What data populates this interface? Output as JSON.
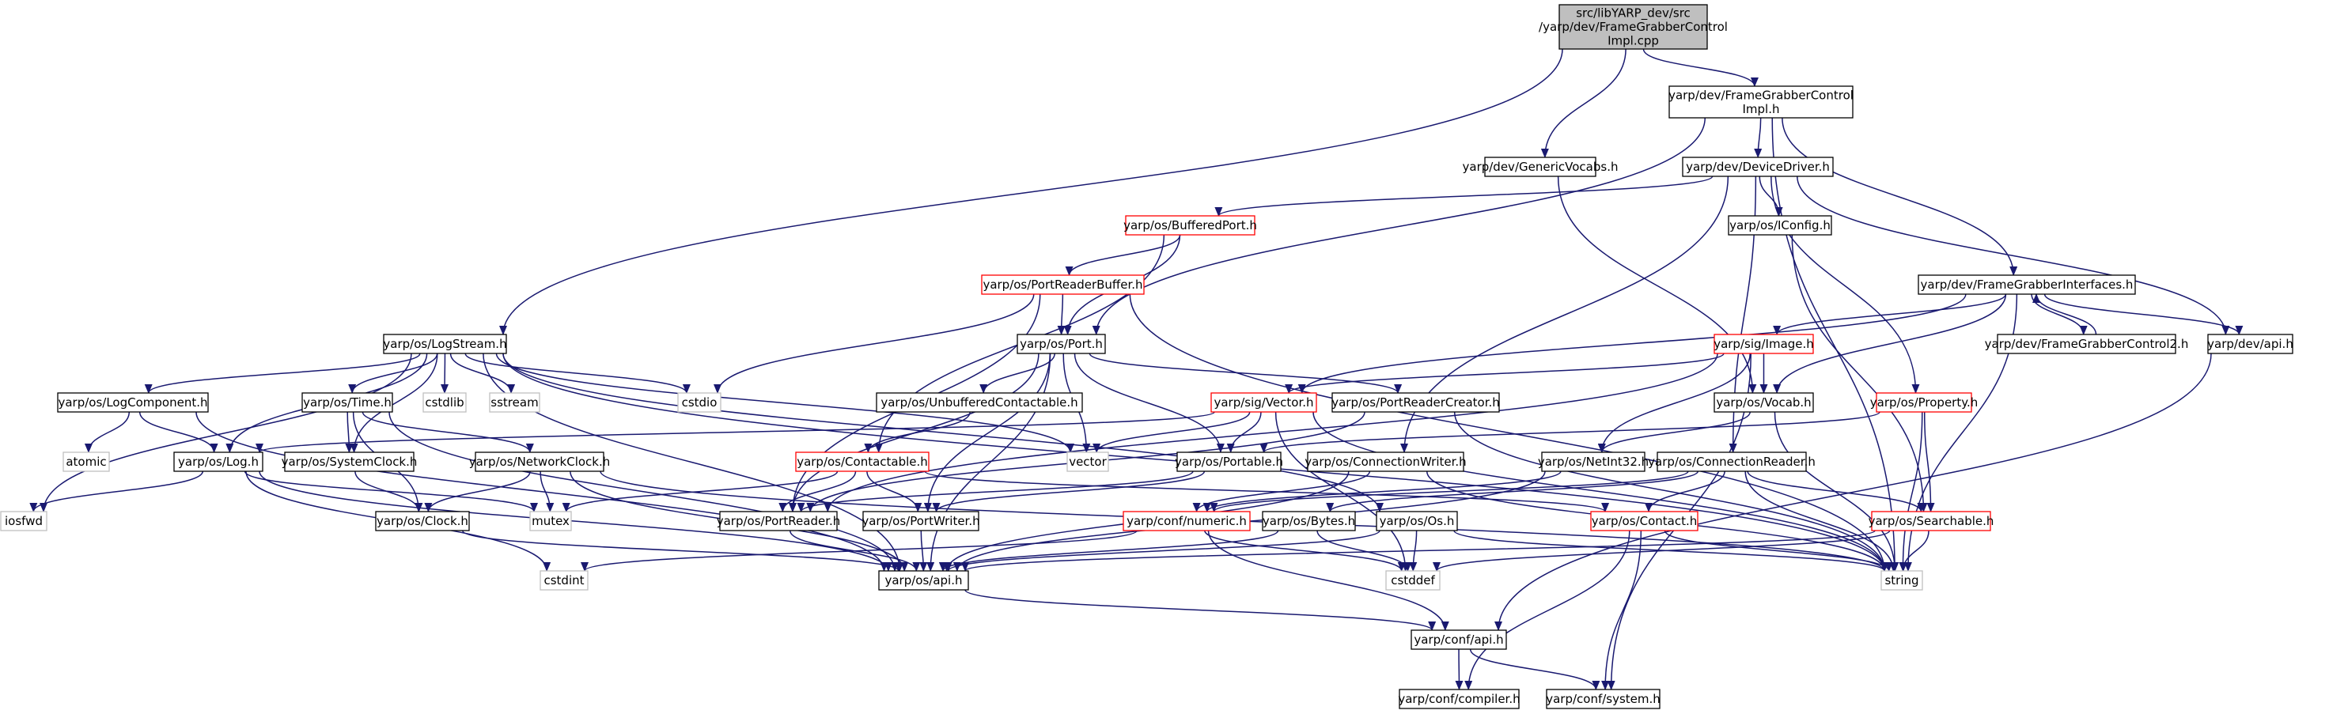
{
  "palette": {
    "edge": "#191970",
    "border_normal": "#000000",
    "border_incomplete": "#ff0000",
    "border_system": "#bfbfbf",
    "fill_root": "#bfbfbf",
    "fill_node": "#ffffff",
    "text_normal": "#000000",
    "text_system": "#000000"
  },
  "nodes": [
    {
      "id": "root",
      "lines": [
        "src/libYARP_dev/src",
        "/yarp/dev/FrameGrabberControl",
        "Impl.cpp"
      ],
      "kind": "root"
    },
    {
      "id": "fgci_h",
      "lines": [
        "yarp/dev/FrameGrabberControl",
        "Impl.h"
      ],
      "kind": "normal"
    },
    {
      "id": "genvocabs",
      "lines": [
        "yarp/dev/GenericVocabs.h"
      ],
      "kind": "normal"
    },
    {
      "id": "devicedriver",
      "lines": [
        "yarp/dev/DeviceDriver.h"
      ],
      "kind": "normal"
    },
    {
      "id": "bufferedport",
      "lines": [
        "yarp/os/BufferedPort.h"
      ],
      "kind": "incomplete"
    },
    {
      "id": "iconfig",
      "lines": [
        "yarp/os/IConfig.h"
      ],
      "kind": "normal"
    },
    {
      "id": "fgint",
      "lines": [
        "yarp/dev/FrameGrabberInterfaces.h"
      ],
      "kind": "normal"
    },
    {
      "id": "portreaderbuffer",
      "lines": [
        "yarp/os/PortReaderBuffer.h"
      ],
      "kind": "incomplete"
    },
    {
      "id": "logstream",
      "lines": [
        "yarp/os/LogStream.h"
      ],
      "kind": "normal"
    },
    {
      "id": "port",
      "lines": [
        "yarp/os/Port.h"
      ],
      "kind": "normal"
    },
    {
      "id": "image",
      "lines": [
        "yarp/sig/Image.h"
      ],
      "kind": "incomplete"
    },
    {
      "id": "fgc2",
      "lines": [
        "yarp/dev/FrameGrabberControl2.h"
      ],
      "kind": "normal"
    },
    {
      "id": "devapi",
      "lines": [
        "yarp/dev/api.h"
      ],
      "kind": "normal"
    },
    {
      "id": "logcomponent",
      "lines": [
        "yarp/os/LogComponent.h"
      ],
      "kind": "normal"
    },
    {
      "id": "time",
      "lines": [
        "yarp/os/Time.h"
      ],
      "kind": "normal"
    },
    {
      "id": "cstdlib",
      "lines": [
        "cstdlib"
      ],
      "kind": "system"
    },
    {
      "id": "sstream",
      "lines": [
        "sstream"
      ],
      "kind": "system"
    },
    {
      "id": "cstdio",
      "lines": [
        "cstdio"
      ],
      "kind": "system"
    },
    {
      "id": "unbuffered",
      "lines": [
        "yarp/os/UnbufferedContactable.h"
      ],
      "kind": "normal"
    },
    {
      "id": "vector",
      "lines": [
        "yarp/sig/Vector.h"
      ],
      "kind": "incomplete"
    },
    {
      "id": "portreadercreator",
      "lines": [
        "yarp/os/PortReaderCreator.h"
      ],
      "kind": "normal"
    },
    {
      "id": "vocab",
      "lines": [
        "yarp/os/Vocab.h"
      ],
      "kind": "normal"
    },
    {
      "id": "property",
      "lines": [
        "yarp/os/Property.h"
      ],
      "kind": "incomplete"
    },
    {
      "id": "atomic",
      "lines": [
        "atomic"
      ],
      "kind": "system"
    },
    {
      "id": "log",
      "lines": [
        "yarp/os/Log.h"
      ],
      "kind": "normal"
    },
    {
      "id": "systemclock",
      "lines": [
        "yarp/os/SystemClock.h"
      ],
      "kind": "normal"
    },
    {
      "id": "networkclock",
      "lines": [
        "yarp/os/NetworkClock.h"
      ],
      "kind": "normal"
    },
    {
      "id": "contactable",
      "lines": [
        "yarp/os/Contactable.h"
      ],
      "kind": "incomplete"
    },
    {
      "id": "stdvector",
      "lines": [
        "vector"
      ],
      "kind": "system"
    },
    {
      "id": "portable",
      "lines": [
        "yarp/os/Portable.h"
      ],
      "kind": "normal"
    },
    {
      "id": "connectionwriter",
      "lines": [
        "yarp/os/ConnectionWriter.h"
      ],
      "kind": "normal"
    },
    {
      "id": "netint32",
      "lines": [
        "yarp/os/NetInt32.h"
      ],
      "kind": "normal"
    },
    {
      "id": "connectionreader",
      "lines": [
        "yarp/os/ConnectionReader.h"
      ],
      "kind": "normal"
    },
    {
      "id": "iosfwd",
      "lines": [
        "iosfwd"
      ],
      "kind": "system"
    },
    {
      "id": "clock",
      "lines": [
        "yarp/os/Clock.h"
      ],
      "kind": "normal"
    },
    {
      "id": "mutex",
      "lines": [
        "mutex"
      ],
      "kind": "system"
    },
    {
      "id": "portreader",
      "lines": [
        "yarp/os/PortReader.h"
      ],
      "kind": "normal"
    },
    {
      "id": "portwriter",
      "lines": [
        "yarp/os/PortWriter.h"
      ],
      "kind": "normal"
    },
    {
      "id": "numeric",
      "lines": [
        "yarp/conf/numeric.h"
      ],
      "kind": "incomplete"
    },
    {
      "id": "bytes",
      "lines": [
        "yarp/os/Bytes.h"
      ],
      "kind": "normal"
    },
    {
      "id": "os",
      "lines": [
        "yarp/os/Os.h"
      ],
      "kind": "normal"
    },
    {
      "id": "contact",
      "lines": [
        "yarp/os/Contact.h"
      ],
      "kind": "incomplete"
    },
    {
      "id": "searchable",
      "lines": [
        "yarp/os/Searchable.h"
      ],
      "kind": "incomplete"
    },
    {
      "id": "cstdint",
      "lines": [
        "cstdint"
      ],
      "kind": "system"
    },
    {
      "id": "osapi",
      "lines": [
        "yarp/os/api.h"
      ],
      "kind": "normal"
    },
    {
      "id": "cstddef",
      "lines": [
        "cstddef"
      ],
      "kind": "system"
    },
    {
      "id": "string",
      "lines": [
        "string"
      ],
      "kind": "system"
    },
    {
      "id": "confapi",
      "lines": [
        "yarp/conf/api.h"
      ],
      "kind": "normal"
    },
    {
      "id": "compiler",
      "lines": [
        "yarp/conf/compiler.h"
      ],
      "kind": "normal"
    },
    {
      "id": "system",
      "lines": [
        "yarp/conf/system.h"
      ],
      "kind": "normal"
    }
  ],
  "edges": [
    [
      "root",
      "fgci_h"
    ],
    [
      "root",
      "genvocabs"
    ],
    [
      "root",
      "logstream"
    ],
    [
      "fgci_h",
      "devicedriver"
    ],
    [
      "fgci_h",
      "fgint"
    ],
    [
      "fgci_h",
      "port"
    ],
    [
      "fgci_h",
      "string"
    ],
    [
      "genvocabs",
      "vocab"
    ],
    [
      "devicedriver",
      "bufferedport"
    ],
    [
      "devicedriver",
      "iconfig"
    ],
    [
      "devicedriver",
      "property"
    ],
    [
      "devicedriver",
      "devapi"
    ],
    [
      "devicedriver",
      "connectionwriter"
    ],
    [
      "devicedriver",
      "connectionreader"
    ],
    [
      "bufferedport",
      "portreaderbuffer"
    ],
    [
      "bufferedport",
      "port"
    ],
    [
      "bufferedport",
      "contactable"
    ],
    [
      "iconfig",
      "searchable"
    ],
    [
      "fgint",
      "image"
    ],
    [
      "fgint",
      "fgc2"
    ],
    [
      "fgint",
      "devapi"
    ],
    [
      "fgint",
      "vocab"
    ],
    [
      "fgint",
      "vector"
    ],
    [
      "fgint",
      "string"
    ],
    [
      "fgc2",
      "fgint"
    ],
    [
      "devapi",
      "confapi"
    ],
    [
      "portreaderbuffer",
      "port"
    ],
    [
      "portreaderbuffer",
      "cstdio"
    ],
    [
      "portreaderbuffer",
      "portreader"
    ],
    [
      "portreaderbuffer",
      "string"
    ],
    [
      "logstream",
      "logcomponent"
    ],
    [
      "logstream",
      "time"
    ],
    [
      "logstream",
      "cstdlib"
    ],
    [
      "logstream",
      "sstream"
    ],
    [
      "logstream",
      "cstdio"
    ],
    [
      "logstream",
      "log"
    ],
    [
      "logstream",
      "systemclock"
    ],
    [
      "logstream",
      "iosfwd"
    ],
    [
      "logstream",
      "stdvector"
    ],
    [
      "logstream",
      "osapi"
    ],
    [
      "logstream",
      "string"
    ],
    [
      "logstream",
      "os"
    ],
    [
      "port",
      "unbuffered"
    ],
    [
      "port",
      "portreadercreator"
    ],
    [
      "port",
      "portable"
    ],
    [
      "port",
      "portreader"
    ],
    [
      "port",
      "portwriter"
    ],
    [
      "port",
      "osapi"
    ],
    [
      "port",
      "stdvector"
    ],
    [
      "image",
      "vocab"
    ],
    [
      "image",
      "vector"
    ],
    [
      "image",
      "netint32"
    ],
    [
      "image",
      "portreader"
    ],
    [
      "image",
      "system"
    ],
    [
      "logcomponent",
      "atomic"
    ],
    [
      "logcomponent",
      "log"
    ],
    [
      "logcomponent",
      "osapi"
    ],
    [
      "time",
      "systemclock"
    ],
    [
      "time",
      "networkclock"
    ],
    [
      "time",
      "clock"
    ],
    [
      "time",
      "osapi"
    ],
    [
      "unbuffered",
      "contactable"
    ],
    [
      "vector",
      "portable"
    ],
    [
      "vector",
      "log"
    ],
    [
      "vector",
      "stdvector"
    ],
    [
      "vector",
      "string"
    ],
    [
      "vector",
      "cstddef"
    ],
    [
      "portreadercreator",
      "portreader"
    ],
    [
      "portreadercreator",
      "string"
    ],
    [
      "vocab",
      "netint32"
    ],
    [
      "vocab",
      "string"
    ],
    [
      "property",
      "searchable"
    ],
    [
      "property",
      "portable"
    ],
    [
      "property",
      "string"
    ],
    [
      "log",
      "iosfwd"
    ],
    [
      "log",
      "osapi"
    ],
    [
      "log",
      "cstdint"
    ],
    [
      "log",
      "mutex"
    ],
    [
      "systemclock",
      "clock"
    ],
    [
      "networkclock",
      "clock"
    ],
    [
      "networkclock",
      "mutex"
    ],
    [
      "networkclock",
      "osapi"
    ],
    [
      "networkclock",
      "string"
    ],
    [
      "contactable",
      "portreader"
    ],
    [
      "contactable",
      "portwriter"
    ],
    [
      "contactable",
      "contact"
    ],
    [
      "contactable",
      "mutex"
    ],
    [
      "portable",
      "portreader"
    ],
    [
      "portable",
      "portwriter"
    ],
    [
      "connectionwriter",
      "numeric"
    ],
    [
      "connectionwriter",
      "osapi"
    ],
    [
      "connectionwriter",
      "string"
    ],
    [
      "netint32",
      "numeric"
    ],
    [
      "netint32",
      "osapi"
    ],
    [
      "connectionreader",
      "bytes"
    ],
    [
      "connectionreader",
      "contact"
    ],
    [
      "connectionreader",
      "searchable"
    ],
    [
      "connectionreader",
      "numeric"
    ],
    [
      "connectionreader",
      "string"
    ],
    [
      "clock",
      "osapi"
    ],
    [
      "portreader",
      "osapi"
    ],
    [
      "portwriter",
      "osapi"
    ],
    [
      "numeric",
      "confapi"
    ],
    [
      "numeric",
      "cstddef"
    ],
    [
      "numeric",
      "cstdint"
    ],
    [
      "bytes",
      "osapi"
    ],
    [
      "bytes",
      "cstddef"
    ],
    [
      "os",
      "osapi"
    ],
    [
      "os",
      "cstddef"
    ],
    [
      "os",
      "string"
    ],
    [
      "contact",
      "string"
    ],
    [
      "contact",
      "compiler"
    ],
    [
      "contact",
      "system"
    ],
    [
      "searchable",
      "osapi"
    ],
    [
      "searchable",
      "string"
    ],
    [
      "searchable",
      "cstddef"
    ],
    [
      "osapi",
      "confapi"
    ],
    [
      "confapi",
      "compiler"
    ],
    [
      "confapi",
      "system"
    ]
  ]
}
